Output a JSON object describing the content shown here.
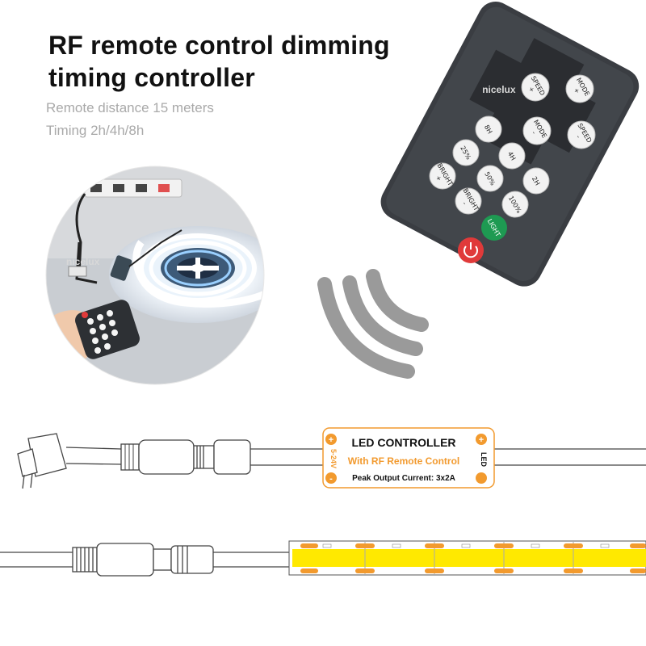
{
  "header": {
    "title_line1": "RF remote control dimming",
    "title_line2": "timing controller",
    "subtitle_line1": "Remote distance 15 meters",
    "subtitle_line2": "Timing 2h/4h/8h"
  },
  "brand": "nicelux",
  "remote": {
    "buttons": [
      {
        "id": "speed-plus",
        "l1": "SPEED",
        "l2": "+"
      },
      {
        "id": "mode-plus",
        "l1": "MODE",
        "l2": "+"
      },
      {
        "id": "mode-minus",
        "l1": "MODE",
        "l2": "-"
      },
      {
        "id": "speed-minus",
        "l1": "SPEED",
        "l2": "-"
      },
      {
        "id": "timer-8h",
        "l1": "8H",
        "l2": ""
      },
      {
        "id": "timer-4h",
        "l1": "4H",
        "l2": ""
      },
      {
        "id": "timer-2h",
        "l1": "2H",
        "l2": ""
      },
      {
        "id": "level-25",
        "l1": "25%",
        "l2": ""
      },
      {
        "id": "level-50",
        "l1": "50%",
        "l2": ""
      },
      {
        "id": "level-100",
        "l1": "100%",
        "l2": ""
      },
      {
        "id": "bright-plus",
        "l1": "BRIGHT",
        "l2": "+"
      },
      {
        "id": "bright-minus",
        "l1": "BRIGHT",
        "l2": "-"
      },
      {
        "id": "light",
        "l1": "LIGHT",
        "l2": ""
      }
    ]
  },
  "controller": {
    "title": "LED CONTROLLER",
    "subtitle": "With RF Remote Control",
    "peak": "Peak Output Current: 3x2A",
    "voltage": "5-24V",
    "led_label": "LED"
  },
  "colors": {
    "accent": "#f29a2e",
    "remote_body": "#3a3d42",
    "power_button": "#e03a3a",
    "light_button": "#1e9a52",
    "strip_yellow": "#ffe900"
  }
}
